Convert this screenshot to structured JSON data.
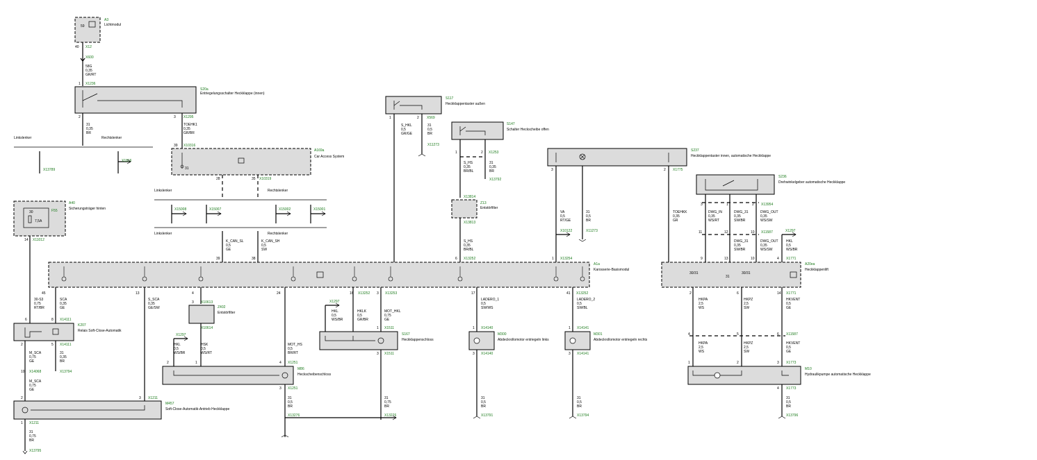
{
  "components": {
    "a3": {
      "id": "A3",
      "name": "Lichtmodul",
      "pin_top": "59",
      "pin_bottom": "40",
      "conn": "X12"
    },
    "s20a": {
      "id": "S20a",
      "name": "Entriegelungsschalter Heckklappe (innen)",
      "conn_top": "X1236",
      "conn_right": "X1295",
      "pin1": "1",
      "pin2": "2",
      "pin3": "3"
    },
    "a169a": {
      "id": "A169a",
      "name": "Car Access System",
      "conn": "X10316",
      "conn2": "X10319",
      "pin_in": "39",
      "pin_left": "28",
      "pin_right": "35",
      "ground": "31"
    },
    "a40": {
      "id": "A40",
      "name": "Sicherungsträger hinten",
      "fuse": "F55",
      "fuse_rating": "7,5A",
      "pin_top": "30",
      "pin_bottom": "14",
      "conn": "X11012"
    },
    "a1a": {
      "id": "A1a",
      "name": "Karosserie-Basismodul"
    },
    "a20ea": {
      "id": "A20ea",
      "name": "Heckklappenlift"
    },
    "s117": {
      "id": "S117",
      "name": "Heckklappentaster außen",
      "conn": "X569",
      "pin1": "1",
      "pin2": "2"
    },
    "s147": {
      "id": "S147",
      "name": "Schalter Heckscheibe offen",
      "conn": "X1253",
      "pin1": "1",
      "pin2": "2"
    },
    "z13": {
      "id": "Z13",
      "name": "Entstörfilter",
      "conn_top": "X13814",
      "conn_bottom": "X13813"
    },
    "s237": {
      "id": "S237",
      "name": "Heckklappentaster innen, automatische Heckklappe",
      "conn": "X1775",
      "pin3": "3",
      "pin2": "2"
    },
    "s236": {
      "id": "S236",
      "name": "Drehwinkelgeber automatische Heckklappe",
      "conn": "X13954"
    },
    "k207": {
      "id": "K207",
      "name": "Relais Soft-Close-Automatik",
      "conn1": "X14111",
      "conn2": "X14111"
    },
    "z402": {
      "id": "Z402",
      "name": "Entstörfilter",
      "conn_top": "X10613",
      "conn_bottom": "X10614"
    },
    "m86": {
      "id": "M86",
      "name": "Heckscheibenschloss",
      "conn": "X1251"
    },
    "m457": {
      "id": "M457",
      "name": "Soft-Close-Automatik-Antrieb Heckklappe",
      "conn": "X1211"
    },
    "s167": {
      "id": "S167",
      "name": "Heckklappenschloss",
      "conn": "X1511"
    },
    "m300": {
      "id": "M300",
      "name": "Abdeckrollomotor entriegeln links",
      "conn": "X14140"
    },
    "m301": {
      "id": "M301",
      "name": "Abdeckrollomotor entriegeln rechts",
      "conn": "X14141"
    },
    "m10": {
      "id": "M10",
      "name": "Hydraulikpumpe automatische Heckklappe",
      "conn": "X1773"
    }
  },
  "labels": {
    "linkslenker": "Linkslenker",
    "rechtslenker": "Rechtslenker"
  },
  "wires": {
    "w58g": {
      "sig": "58G",
      "size": "0,35",
      "color": "GR/RT",
      "conn": "X600"
    },
    "w31a": {
      "sig": "31",
      "size": "0,35",
      "color": "BR"
    },
    "toehk1": {
      "sig": "TOEHK1",
      "size": "0,35",
      "color": "GR/BR"
    },
    "kcansl": {
      "sig": "K_CAN_SL",
      "size": "0,5",
      "color": "GE"
    },
    "kcansh": {
      "sig": "K_CAN_SH",
      "size": "0,5",
      "color": "SW"
    },
    "shkl": {
      "sig": "S_HKL",
      "size": "0,5",
      "color": "GR/GE"
    },
    "shs1": {
      "sig": "S_HS",
      "size": "0,35",
      "color": "BR/BL"
    },
    "shs2": {
      "sig": "S_HS",
      "size": "0,35",
      "color": "BR/BL"
    },
    "va": {
      "sig": "VA",
      "size": "0,5",
      "color": "RT/GE"
    },
    "toehkk": {
      "sig": "TOEHKK",
      "size": "0,35",
      "color": "GR"
    },
    "dwgin": {
      "sig": "DWG_IN",
      "size": "0,35",
      "color": "WS/RT"
    },
    "dwg31": {
      "sig": "DWG_31",
      "size": "0,35",
      "color": "SW/BR"
    },
    "dwgout": {
      "sig": "DWG_OUT",
      "size": "0,35",
      "color": "WS/SW"
    },
    "hkl1": {
      "sig": "HKL",
      "size": "0,5",
      "color": "WS/BR"
    },
    "w30s3": {
      "sig": "30-S3",
      "size": "0,75",
      "color": "RT/BR"
    },
    "sca": {
      "sig": "SCA",
      "size": "0,35",
      "color": "GE"
    },
    "ssca": {
      "sig": "S_SCA",
      "size": "0,35",
      "color": "GE/SW"
    },
    "msca1": {
      "sig": "M_SCA",
      "size": "0,75",
      "color": "GE"
    },
    "msca2": {
      "sig": "M_SCA",
      "size": "0,75",
      "color": "GE"
    },
    "hsk": {
      "sig": "HSK",
      "size": "0,5",
      "color": "WS/RT"
    },
    "hkl2": {
      "sig": "HKL",
      "size": "0,5",
      "color": "WS/BR"
    },
    "hkl3": {
      "sig": "HKL",
      "size": "0,5",
      "color": "WS/BR"
    },
    "hklk": {
      "sig": "HKLK",
      "size": "0,5",
      "color": "GR/BR"
    },
    "mothkl": {
      "sig": "MOT_HKL",
      "size": "0,75",
      "color": "GE"
    },
    "moths": {
      "sig": "MOT_HS",
      "size": "0,5",
      "color": "BR/RT"
    },
    "ladero1": {
      "sig": "LADERO_1",
      "size": "0,5",
      "color": "SW/WS"
    },
    "ladero2": {
      "sig": "LADERO_2",
      "size": "0,5",
      "color": "SW/BL"
    },
    "hkpa": {
      "sig": "HKPA",
      "size": "2,5",
      "color": "WS"
    },
    "hkpz": {
      "sig": "HKPZ",
      "size": "2,5",
      "color": "SW"
    },
    "hkvent": {
      "sig": "HKVENT",
      "size": "0,5",
      "color": "GE"
    },
    "gnd075": {
      "sig": "31",
      "size": "0,75",
      "color": "BR"
    },
    "gnd05": {
      "sig": "31",
      "size": "0,5",
      "color": "BR"
    },
    "gnd035": {
      "sig": "31",
      "size": "0,35",
      "color": "BR"
    }
  },
  "connectors": {
    "x1816": "X1816",
    "x13789": "X13789",
    "x15008": "X15008",
    "x15007": "X15007",
    "x15002": "X15002",
    "x15001": "X15001",
    "x11273": "X11273",
    "x13792": "X13792",
    "x10122": "X10122",
    "x1297": "X1297",
    "x11587": "X11587",
    "x13252": "X13252",
    "x13253": "X13253",
    "x13254": "X13254",
    "x1771": "X1771",
    "x14068": "X14068",
    "x13794": "X13794",
    "x13795": "X13795",
    "x13276": "X13276",
    "x13791": "X13791",
    "x13796": "X13796"
  },
  "pins": {
    "p45": "45",
    "p13": "13",
    "p4": "4",
    "p24": "24",
    "p16": "16",
    "p3": "3",
    "p17": "17",
    "p41": "41",
    "p11": "11",
    "p9": "9",
    "p6": "6",
    "p14": "14",
    "p10": "10",
    "p12": "12",
    "p39": "39",
    "p38": "38",
    "p1": "1",
    "p2": "2",
    "p8": "8",
    "p5": "5",
    "p30": "30",
    "p31": "31",
    "p3031": "30/31"
  }
}
